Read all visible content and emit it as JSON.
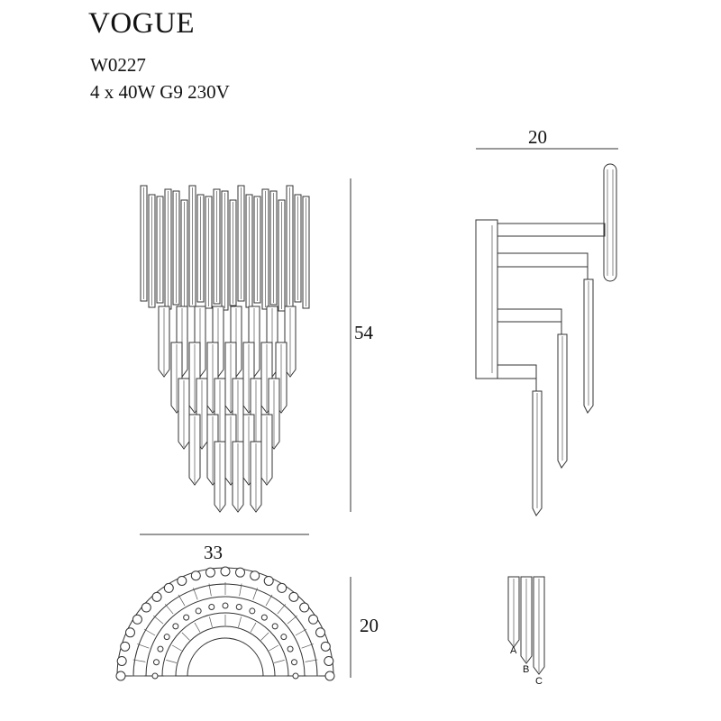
{
  "header": {
    "title": "VOGUE",
    "code": "W0227",
    "spec": "4 x 40W G9 230V"
  },
  "dimensions": {
    "side_depth": "20",
    "height": "54",
    "width": "33",
    "bottom_depth": "20"
  },
  "crystal_labels": {
    "a": "A",
    "b": "B",
    "c": "C"
  },
  "colors": {
    "line": "#333333",
    "background": "#ffffff"
  }
}
